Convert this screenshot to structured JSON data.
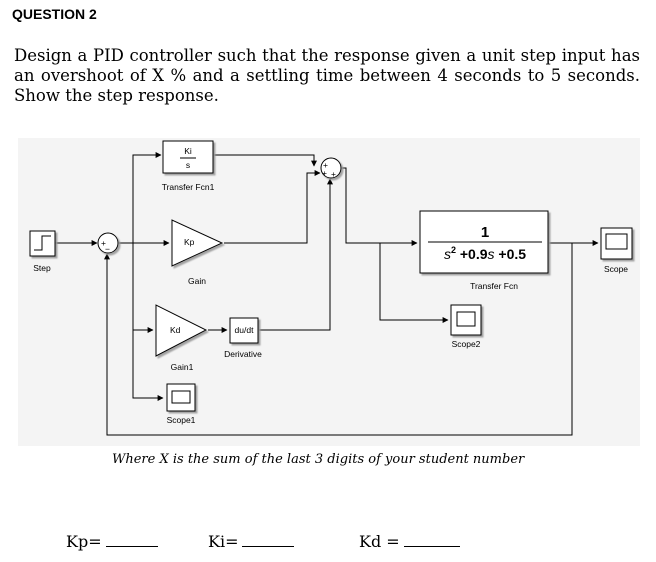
{
  "heading": "QUESTION 2",
  "question": "Design a PID controller such that the response given a unit step input has an overshoot of X % and a settling time between 4 seconds to 5 seconds. Show the step response.",
  "diagram": {
    "blocks": {
      "step": "Step",
      "ki_num": "Ki",
      "ki_den": "s",
      "tf1": "Transfer Fcn1",
      "kp": "Kp",
      "gain": "Gain",
      "kd": "Kd",
      "gain1": "Gain1",
      "dudt": "du/dt",
      "derivative": "Derivative",
      "scope1": "Scope1",
      "tf_num": "1",
      "tf": "Transfer Fcn",
      "scope2": "Scope2",
      "scope": "Scope"
    },
    "sum_signs": {
      "main_plus": "+",
      "main_minus": "−",
      "sum2_plus": "+"
    }
  },
  "note": "Where X is the sum of the last 3 digits  of your student number",
  "answers": {
    "kp": "Kp=",
    "ki": "Ki=",
    "kd": "Kd  ="
  }
}
